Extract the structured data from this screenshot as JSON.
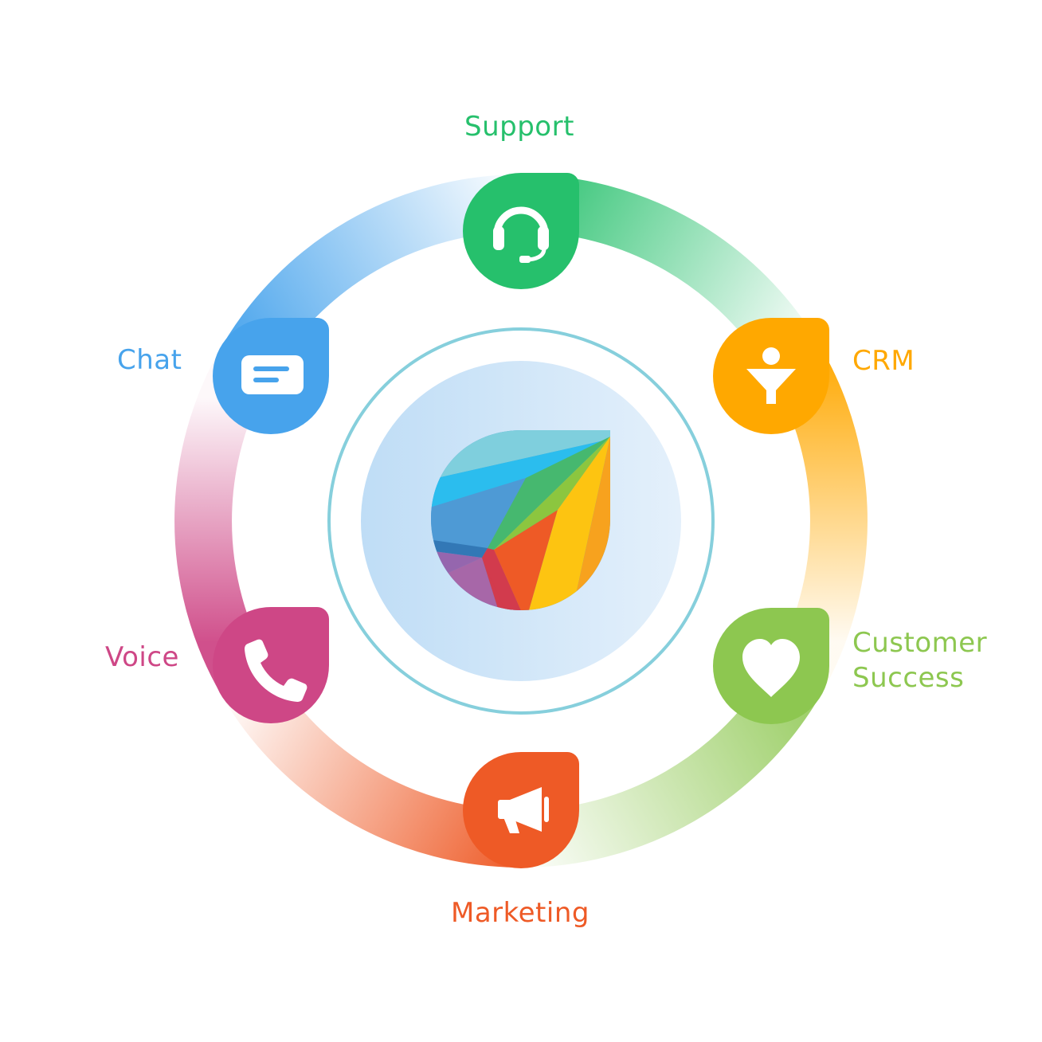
{
  "colors": {
    "support": "#26C06C",
    "crm": "#FFA800",
    "customer_success": "#8DC750",
    "marketing": "#EE5A26",
    "voice": "#CE4786",
    "chat": "#47A3EC",
    "inner_ring": "#86CFDC",
    "inner_disc": "#CCE3F7"
  },
  "nodes": {
    "support": {
      "label": "Support",
      "icon": "headset-icon"
    },
    "crm": {
      "label": "CRM",
      "icon": "user-funnel-icon"
    },
    "customer_success": {
      "label_line1": "Customer",
      "label_line2": "Success",
      "icon": "heart-icon"
    },
    "marketing": {
      "label": "Marketing",
      "icon": "megaphone-icon"
    },
    "voice": {
      "label": "Voice",
      "icon": "phone-icon"
    },
    "chat": {
      "label": "Chat",
      "icon": "chat-bubble-icon"
    }
  },
  "center": {
    "icon": "logo-petal-icon"
  }
}
